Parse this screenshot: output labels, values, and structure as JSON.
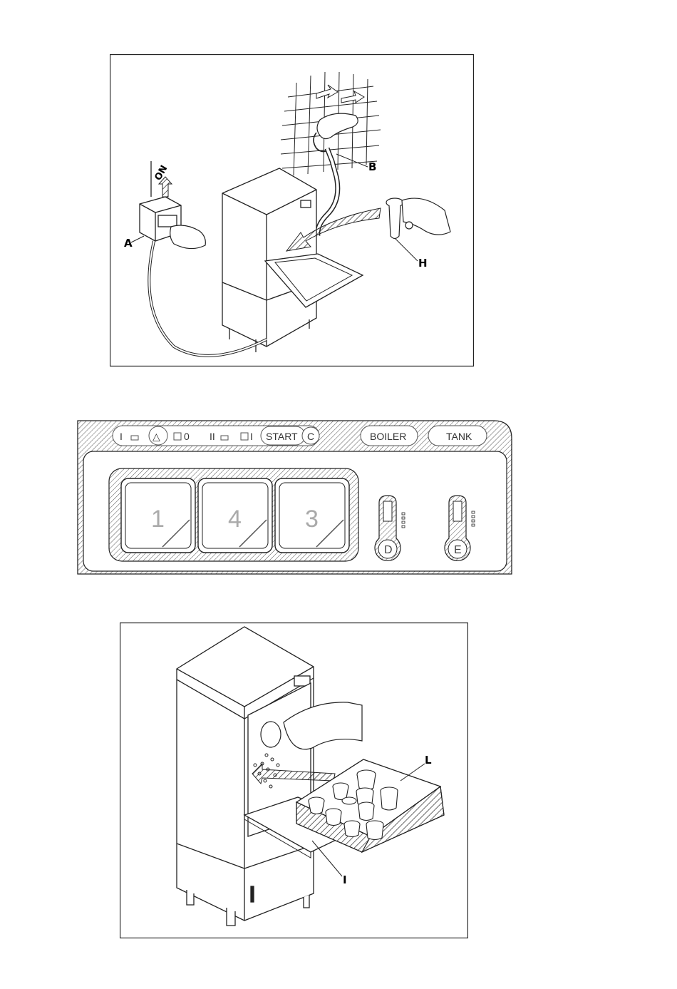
{
  "figure1": {
    "callouts": {
      "a": "A",
      "b": "B",
      "h": "H"
    },
    "switch_label": "ON"
  },
  "figure2": {
    "indicators": {
      "cycle_one": "I",
      "warning": "△",
      "zero": "0",
      "cycle_two": "II",
      "cycle_two_end": "I",
      "start": "START",
      "c": "C",
      "boiler": "BOILER",
      "tank": "TANK"
    },
    "displays": [
      "1",
      "4",
      "3"
    ],
    "knobs": {
      "d": "D",
      "e": "E"
    }
  },
  "figure3": {
    "callouts": {
      "l": "L",
      "i": "I"
    }
  }
}
